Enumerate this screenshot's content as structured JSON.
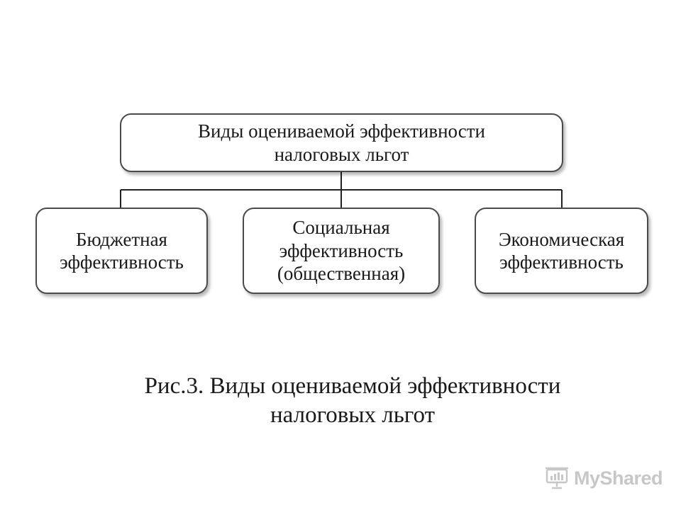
{
  "diagram": {
    "root": {
      "lines": [
        "Виды оцениваемой эффективности",
        "налоговых льгот"
      ]
    },
    "children": [
      {
        "lines": [
          "Бюджетная",
          "эффективность"
        ]
      },
      {
        "lines": [
          "Социальная",
          "эффективность",
          "(общественная)"
        ]
      },
      {
        "lines": [
          "Экономическая",
          "эффективность"
        ]
      }
    ]
  },
  "caption": {
    "lines": [
      "Рис.3. Виды оцениваемой эффективности",
      "налоговых льгот"
    ]
  },
  "watermark": {
    "text": "MyShared",
    "icon": "presentation-board-icon"
  }
}
